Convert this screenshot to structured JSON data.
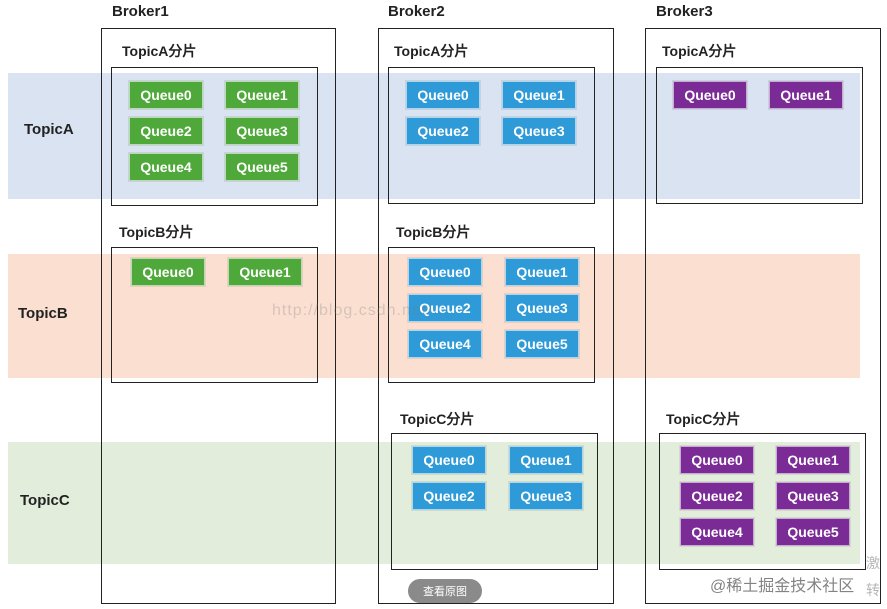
{
  "rows": {
    "topicA": "TopicA",
    "topicB": "TopicB",
    "topicC": "TopicC"
  },
  "brokers": {
    "b1": "Broker1",
    "b2": "Broker2",
    "b3": "Broker3"
  },
  "partitions": {
    "a": "TopicA分片",
    "b": "TopicB分片",
    "c": "TopicC分片"
  },
  "queues": {
    "q0": "Queue0",
    "q1": "Queue1",
    "q2": "Queue2",
    "q3": "Queue3",
    "q4": "Queue4",
    "q5": "Queue5"
  },
  "colors": {
    "broker1_queue": "#4fa83a",
    "broker2_queue": "#2f9ad8",
    "broker3_queue": "#7a2b96",
    "topicA_band": "#d9e3f1",
    "topicB_band": "#fbe0d2",
    "topicC_band": "#e2eedb"
  },
  "watermark": "http://blog.csdn.net/...",
  "view_original_button": "查看原图",
  "site_watermark": "@稀土掘金技术社区",
  "edge_chars": [
    "激",
    "转"
  ]
}
